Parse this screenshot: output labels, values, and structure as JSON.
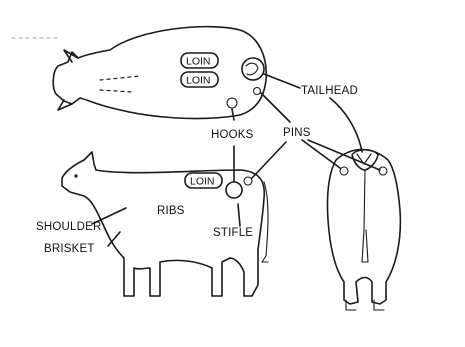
{
  "labels": {
    "loin_top_1": "LOIN",
    "loin_top_2": "LOIN",
    "loin_side": "LOIN",
    "tailhead": "TAILHEAD",
    "hooks": "HOOKS",
    "pins": "PINS",
    "ribs": "RIBS",
    "shoulder": "SHOULDER",
    "brisket": "BRISKET",
    "stifle": "STIFLE"
  },
  "colors": {
    "paper": "#ffffff",
    "ink": "#1a1a1a"
  }
}
